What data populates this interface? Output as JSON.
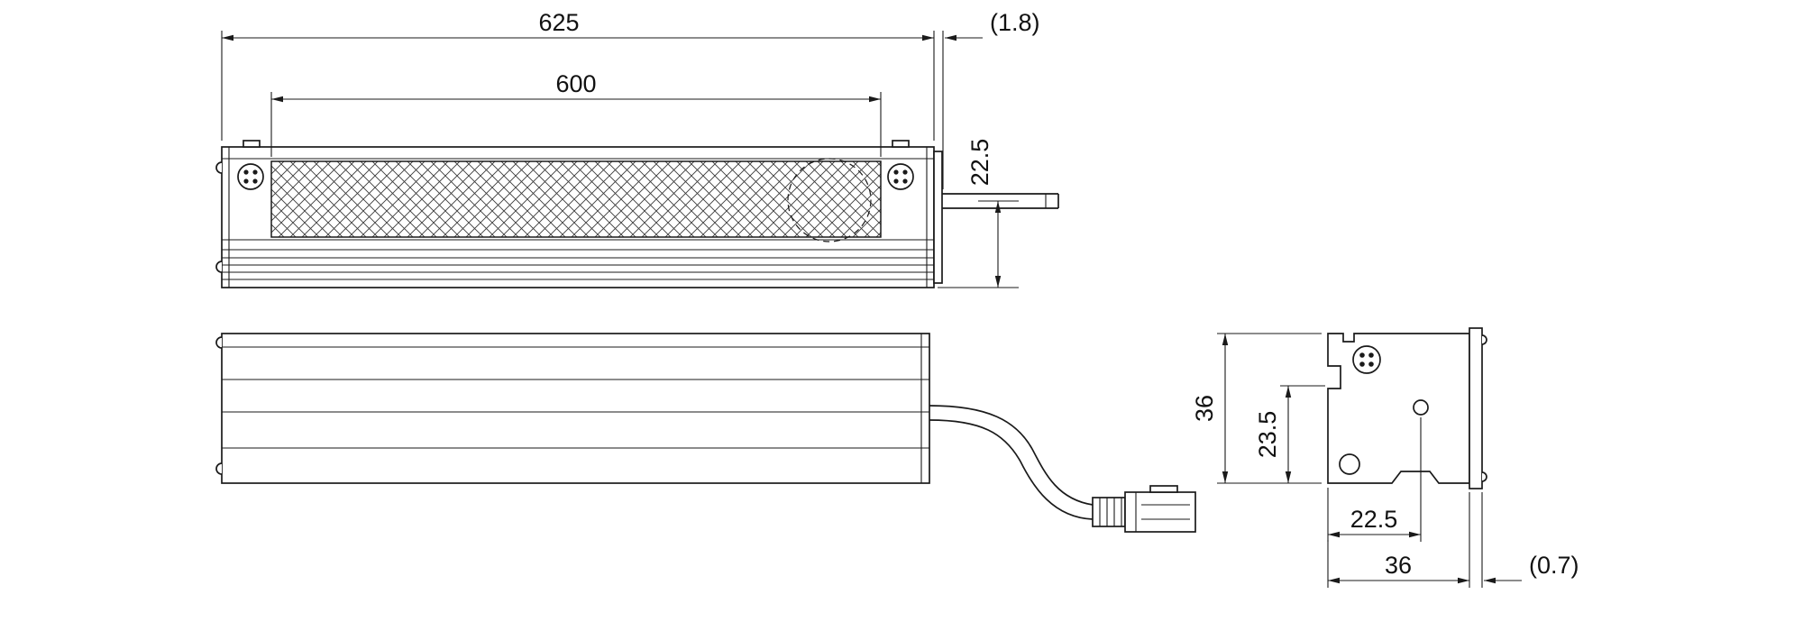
{
  "page": {
    "background": "#ffffff",
    "line_color": "#1a1a1a",
    "description": "Dimensional engineering drawing of an LED linear light bar: front view, bottom view and end (cross-section) view"
  },
  "front_view": {
    "dim_overall_length": "625",
    "dim_window_length": "600",
    "dim_endcap": "(1.8)",
    "dim_cable_height": "22.5"
  },
  "end_view": {
    "dim_body_height": "36",
    "dim_inner_height": "23.5",
    "dim_inner_width": "22.5",
    "dim_body_width": "36",
    "dim_flange": "(0.7)"
  }
}
